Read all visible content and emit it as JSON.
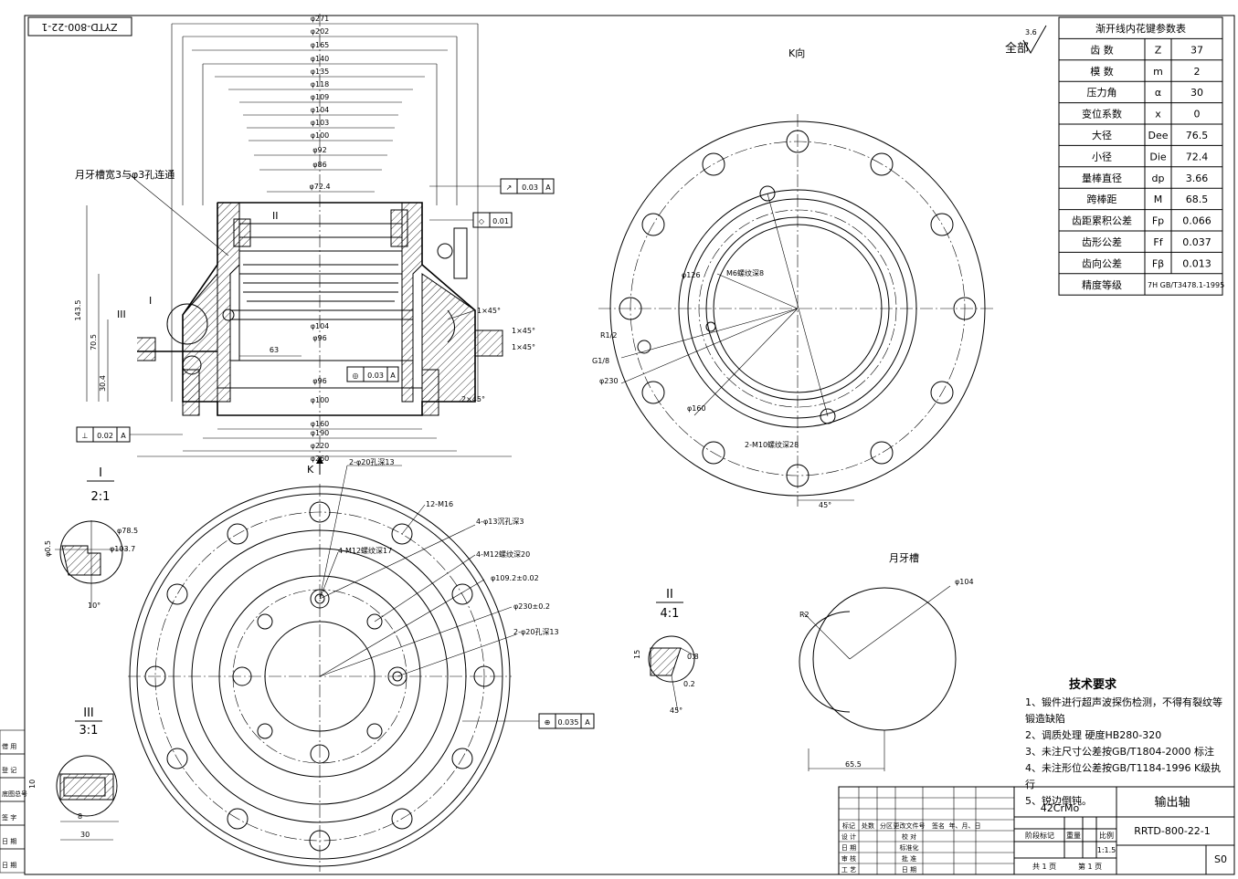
{
  "drawing_code_flipped": "ZYTD-800-22-1",
  "view_label_k": "K向",
  "surface_note": "全部",
  "roughness_value": "3.6",
  "spline_table": {
    "title": "渐开线内花键参数表",
    "rows": [
      {
        "name": "齿  数",
        "sym": "Z",
        "val": "37"
      },
      {
        "name": "模  数",
        "sym": "m",
        "val": "2"
      },
      {
        "name": "压力角",
        "sym": "α",
        "val": "30"
      },
      {
        "name": "变位系数",
        "sym": "x",
        "val": "0"
      },
      {
        "name": "大径",
        "sym": "Dee",
        "val": "76.5"
      },
      {
        "name": "小径",
        "sym": "Die",
        "val": "72.4"
      },
      {
        "name": "量棒直径",
        "sym": "dp",
        "val": "3.66"
      },
      {
        "name": "跨棒距",
        "sym": "M",
        "val": "68.5"
      },
      {
        "name": "齿距累积公差",
        "sym": "Fp",
        "val": "0.066"
      },
      {
        "name": "齿形公差",
        "sym": "Ff",
        "val": "0.037"
      },
      {
        "name": "齿向公差",
        "sym": "Fβ",
        "val": "0.013"
      },
      {
        "name": "精度等级",
        "sym": "7H GB/T3478.1-1995",
        "val": ""
      }
    ]
  },
  "tech_req": {
    "title": "技术要求",
    "lines": [
      "1、锻件进行超声波探伤检测，不得有裂纹等",
      "锻造缺陷",
      "2、调质处理 硬度HB280-320",
      "3、未注尺寸公差按GB/T1804-2000 标注",
      "4、未注形位公差按GB/T1184-1996 K级执",
      "行",
      "5、锐边倒钝。"
    ]
  },
  "title_block": {
    "part_name": "输出轴",
    "material": "42CrMo",
    "drawing_no": "RRTD-800-22-1",
    "scale": "1:1.5",
    "scale_label": "比例",
    "weight_label": "重量",
    "stage_label": "阶段标记",
    "sheet_total": "共 1 页",
    "sheet_no": "第 1 页",
    "rev": "S0",
    "rows": [
      [
        "标记",
        "处数",
        "分区",
        "更改文件号",
        "签名",
        "年、月、日"
      ],
      [
        "设 计",
        "",
        "",
        "校 对",
        "",
        ""
      ],
      [
        "日 期",
        "",
        "",
        "标准化",
        "",
        ""
      ],
      [
        "审 核",
        "",
        "",
        "批 准",
        "",
        ""
      ],
      [
        "工 艺",
        "",
        "",
        "日 期",
        "",
        ""
      ]
    ]
  },
  "left_margin_labels": [
    "借 用",
    "登 记",
    "底图总号",
    "签 字",
    "日 期",
    "日 期"
  ],
  "section_labels": {
    "detail_I": "I",
    "detail_I_scale": "2:1",
    "detail_II": "II",
    "detail_II_scale": "4:1",
    "detail_III": "III",
    "detail_III_scale": "3:1",
    "crescent": "月牙槽",
    "k_arrow": "K"
  },
  "annotations": {
    "crescent_groove": "月牙槽宽3与φ3孔连通",
    "holes_bottom": [
      "2-φ20孔深13",
      "12-M16",
      "4-φ13沉孔深3",
      "4-M12螺纹深17",
      "4-M12螺纹深20",
      "φ109.2±0.02",
      "φ230±0.2",
      "2-φ20孔深13"
    ],
    "holes_k": [
      "M6螺纹深8",
      "2-M10螺纹深28",
      "φ126",
      "φ160",
      "φ230"
    ],
    "tolerances": [
      "0.03",
      "0.01",
      "0.03",
      "0.02",
      "0.035"
    ],
    "datum": "A",
    "chamfers": [
      "1×45°",
      "1×45°",
      "1×45°",
      "2×45°"
    ],
    "crescent_dims": [
      "φ104",
      "65.5",
      "R2"
    ],
    "detail_II_dims": [
      "0.8",
      "0.2",
      "15",
      "45°"
    ],
    "detail_III_dims": [
      "8",
      "30",
      "10"
    ],
    "angle_label": "45°",
    "misc_dims": [
      "63",
      "G1/8",
      "R1/2"
    ]
  }
}
